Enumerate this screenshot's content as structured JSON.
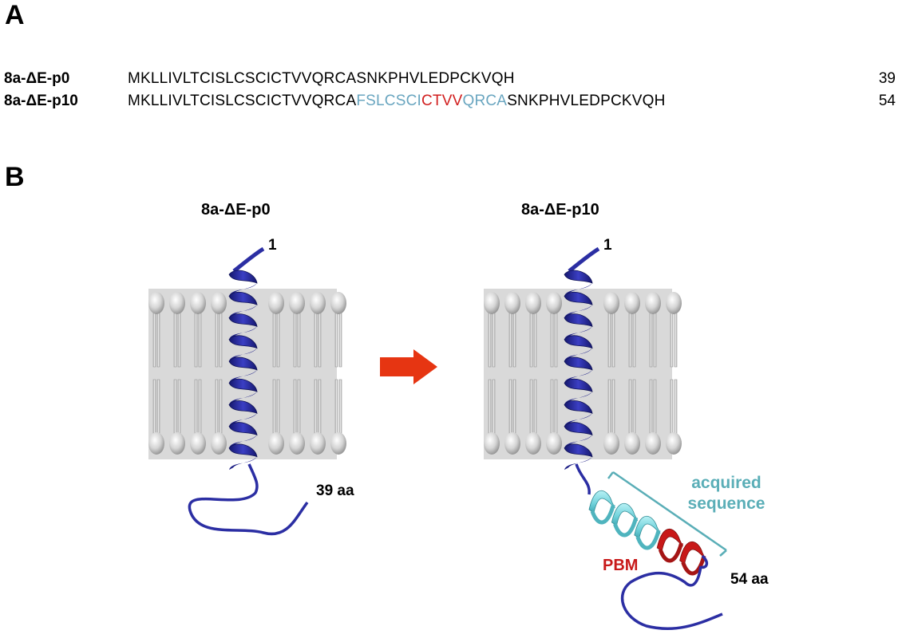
{
  "panel_a": {
    "letter": "A",
    "rows": [
      {
        "label": "8a-ΔE-p0",
        "segments": [
          {
            "text": "MKLLIVLTCISLCSCICTVVQRCASNKPHVLEDPCKVQH",
            "kind": "normal"
          }
        ],
        "length": "39"
      },
      {
        "label": "8a-ΔE-p10",
        "segments": [
          {
            "text": "MKLLIVLTCISLCSCICTVVQRCA",
            "kind": "normal"
          },
          {
            "text": "FSLCSCI",
            "kind": "acquired"
          },
          {
            "text": "CTVV",
            "kind": "pbm"
          },
          {
            "text": "QRCA",
            "kind": "acquired"
          },
          {
            "text": "SNKPHVLEDPCKVQH",
            "kind": "normal"
          }
        ],
        "length": "54"
      }
    ]
  },
  "panel_b": {
    "letter": "B",
    "left": {
      "title": "8a-ΔE-p0",
      "n_term": "1",
      "c_term": "39 aa"
    },
    "right": {
      "title": "8a-ΔE-p10",
      "n_term": "1",
      "c_term": "54 aa",
      "acquired_line1": "acquired",
      "acquired_line2": "sequence",
      "pbm": "PBM"
    }
  },
  "colors": {
    "helix": "#2b2ea3",
    "acquired": "#7fd6de",
    "pbm": "#c81919",
    "arrow": "#e63512",
    "membrane": "#d9d9d9"
  }
}
